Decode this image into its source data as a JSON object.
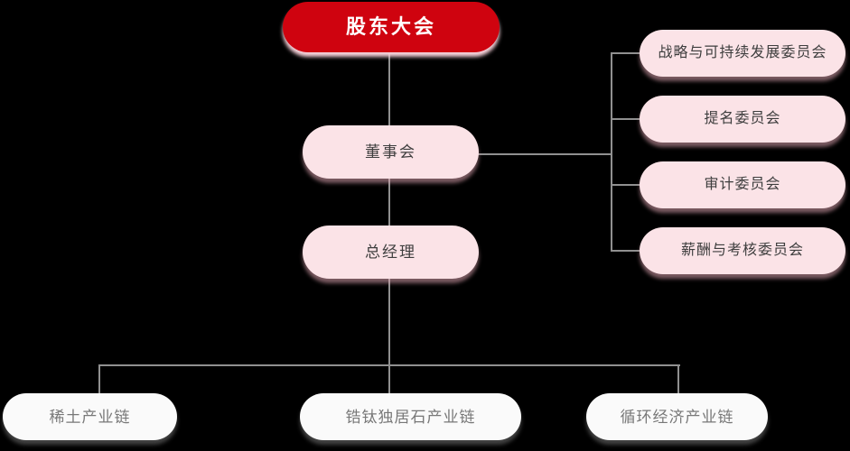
{
  "diagram": {
    "type": "org-chart",
    "nodes": {
      "root": {
        "label": "股东大会",
        "role": "top-authority"
      },
      "board": {
        "label": "董事会",
        "role": "reports-to-root"
      },
      "gm": {
        "label": "总经理",
        "role": "reports-to-board"
      },
      "committees": [
        {
          "label": "战略与可持续发展委员会"
        },
        {
          "label": "提名委员会"
        },
        {
          "label": "审计委员会"
        },
        {
          "label": "薪酬与考核委员会"
        }
      ],
      "chains": [
        {
          "label": "稀土产业链"
        },
        {
          "label": "锆钛独居石产业链"
        },
        {
          "label": "循环经济产业链"
        }
      ]
    },
    "edges": [
      "root -> board",
      "board -> gm",
      "board -> committees (4)",
      "gm -> chains (3)"
    ],
    "colors": {
      "background": "#000000",
      "root_pill": "#cf030f",
      "root_text": "#ffffff",
      "root_shadow": "#f7d2da",
      "pink_pill": "#fbe3e7",
      "pink_text": "#3e3e3e",
      "white_pill": "#fafafa",
      "white_text": "#787878",
      "connector_line": "#909090"
    }
  }
}
